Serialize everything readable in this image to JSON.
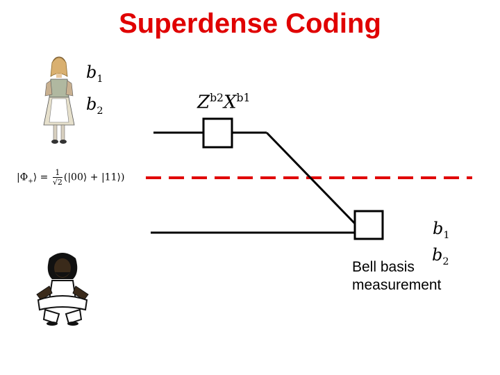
{
  "title": "Superdense Coding",
  "alice": {
    "bit_1": "b",
    "bit_1_sub": "1",
    "bit_2": "b",
    "bit_2_sub": "2"
  },
  "gate": {
    "z": "Z",
    "z_sup": "b2",
    "x": "X",
    "x_sup": "b1"
  },
  "state": {
    "ket_left": "|Φ",
    "ket_sub": "+",
    "ket_right": "⟩ = ",
    "numerator": "1",
    "denominator": "√2",
    "terms": "(|00⟩ + |11⟩)"
  },
  "bob": {
    "bit_1": "b",
    "bit_1_sub": "1",
    "bit_2": "b",
    "bit_2_sub": "2",
    "measurement_line1": "Bell basis",
    "measurement_line2": "measurement"
  },
  "colors": {
    "title": "#e00000",
    "divider": "#e00000",
    "wire": "#000000"
  }
}
